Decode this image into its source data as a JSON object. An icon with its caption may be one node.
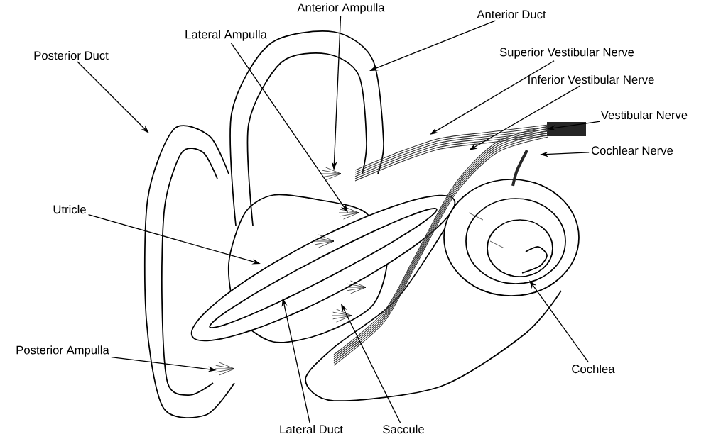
{
  "diagram": {
    "nodes": [
      {
        "text": [
          "Anterior Ampulla"
        ]
      },
      {
        "text": [
          "Anterior Duct"
        ]
      },
      {
        "text": [
          "Lateral Ampulla"
        ]
      },
      {
        "text": [
          "Superior Vestibular Nerve"
        ]
      },
      {
        "text": [
          "Posterior Duct"
        ]
      },
      {
        "text": [
          "Inferior Vestibular Nerve"
        ]
      },
      {
        "text": [
          "Vestibular Nerve"
        ]
      },
      {
        "text": [
          "Cochlear Nerve"
        ]
      },
      {
        "text": [
          "Utricle"
        ]
      },
      {
        "text": [
          "Posterior Ampulla"
        ]
      },
      {
        "text": [
          "Cochlea"
        ]
      },
      {
        "text": [
          "Lateral Duct"
        ]
      },
      {
        "text": [
          "Saccule"
        ]
      }
    ],
    "edges": [
      {
        "from": 0,
        "to": null,
        "arrow": "to"
      },
      {
        "from": 1,
        "to": null,
        "arrow": "to"
      },
      {
        "from": 2,
        "to": null,
        "arrow": "to"
      },
      {
        "from": 3,
        "to": null,
        "arrow": "to"
      },
      {
        "from": 4,
        "to": null,
        "arrow": "to"
      },
      {
        "from": 5,
        "to": null,
        "arrow": "to"
      },
      {
        "from": 6,
        "to": null,
        "arrow": "to"
      },
      {
        "from": 7,
        "to": null,
        "arrow": "to"
      },
      {
        "from": 8,
        "to": null,
        "arrow": "to"
      },
      {
        "from": 9,
        "to": null,
        "arrow": "to"
      },
      {
        "from": 10,
        "to": null,
        "arrow": "to"
      },
      {
        "from": 11,
        "to": null,
        "arrow": "to"
      },
      {
        "from": 12,
        "to": null,
        "arrow": "to"
      }
    ]
  }
}
